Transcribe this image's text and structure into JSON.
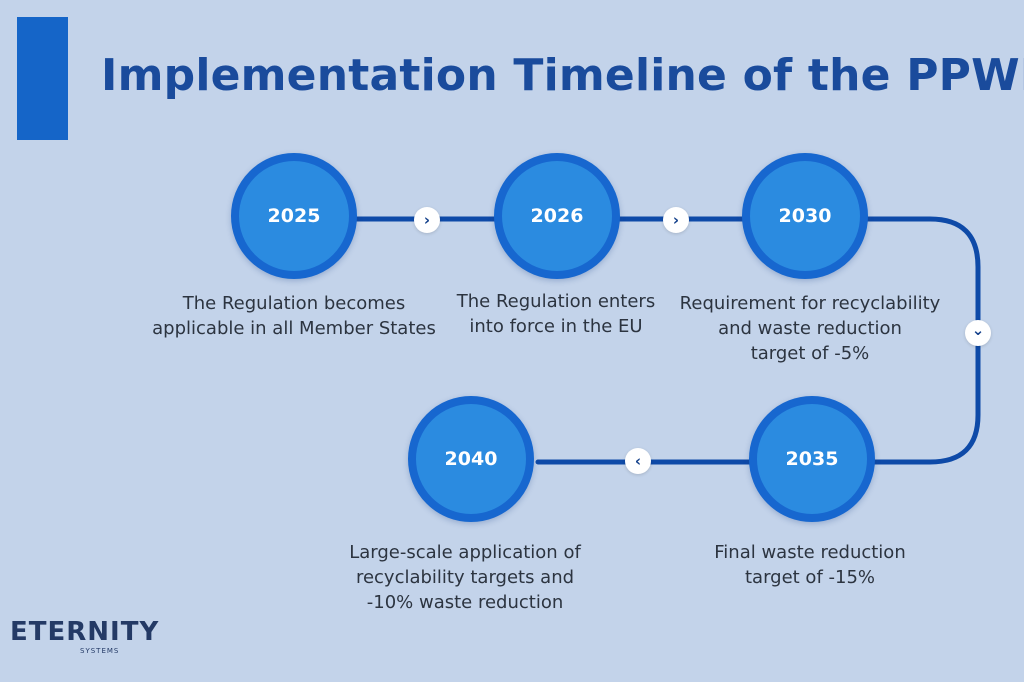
{
  "title": "Implementation Timeline of the PPWR",
  "colors": {
    "background": "#c3d3ea",
    "accent": "#1565c8",
    "title": "#1a4b9c",
    "node_fill": "#2b8be0",
    "node_ring": "#1767cf",
    "connector": "#0e4aa8"
  },
  "milestones": [
    {
      "year": "2025",
      "description": [
        "The Regulation becomes",
        "applicable in all Member States"
      ]
    },
    {
      "year": "2026",
      "description": [
        "The Regulation enters",
        "into force in the EU"
      ]
    },
    {
      "year": "2030",
      "description": [
        "Requirement for recyclability",
        "and waste reduction",
        "target of -5%"
      ]
    },
    {
      "year": "2035",
      "description": [
        "Final waste reduction",
        "target of -15%"
      ]
    },
    {
      "year": "2040",
      "description": [
        "Large-scale application of",
        "recyclability targets and",
        "-10% waste reduction"
      ]
    }
  ],
  "arrows": [
    {
      "icon": "chevron-right-icon",
      "glyph": "›"
    },
    {
      "icon": "chevron-right-icon",
      "glyph": "›"
    },
    {
      "icon": "chevron-down-icon",
      "glyph": "⌄"
    },
    {
      "icon": "chevron-left-icon",
      "glyph": "‹"
    }
  ],
  "logo": {
    "word": "ETERNITY",
    "sub": "SYSTEMS"
  }
}
